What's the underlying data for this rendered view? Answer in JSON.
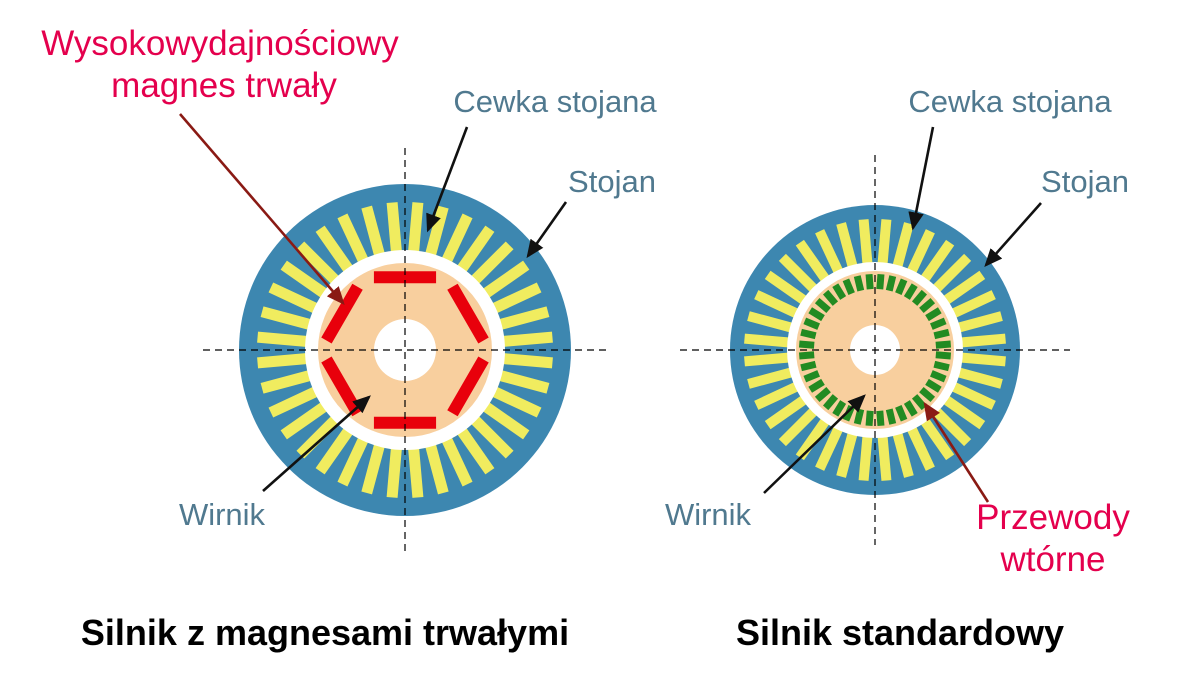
{
  "diagram": {
    "left_motor": {
      "title": "Silnik z magnesami trwałymi",
      "labels": {
        "magnet_line1": "Wysokowydajnościowy",
        "magnet_line2": "magnes trwały",
        "stator_coil": "Cewka stojana",
        "stator": "Stojan",
        "rotor": "Wirnik"
      }
    },
    "right_motor": {
      "title": "Silnik standardowy",
      "labels": {
        "stator_coil": "Cewka stojana",
        "stator": "Stojan",
        "rotor": "Wirnik",
        "secondary_line1": "Przewody",
        "secondary_line2": "wtórne"
      }
    }
  },
  "colors": {
    "background": "#ffffff",
    "stator_blue": "#3d87b0",
    "slot_yellow": "#f0ec5f",
    "rotor_orange": "#f8cf9e",
    "magnet_red": "#e8000b",
    "conductor_green": "#228b22",
    "air_gap_white": "#ffffff",
    "hub_white": "#ffffff",
    "label_blue": "#50798f",
    "label_crimson": "#e4004d",
    "title_black": "#000000",
    "arrow_black": "#111111",
    "arrow_darkred": "#8a1a14",
    "centerline_black": "#000000"
  }
}
